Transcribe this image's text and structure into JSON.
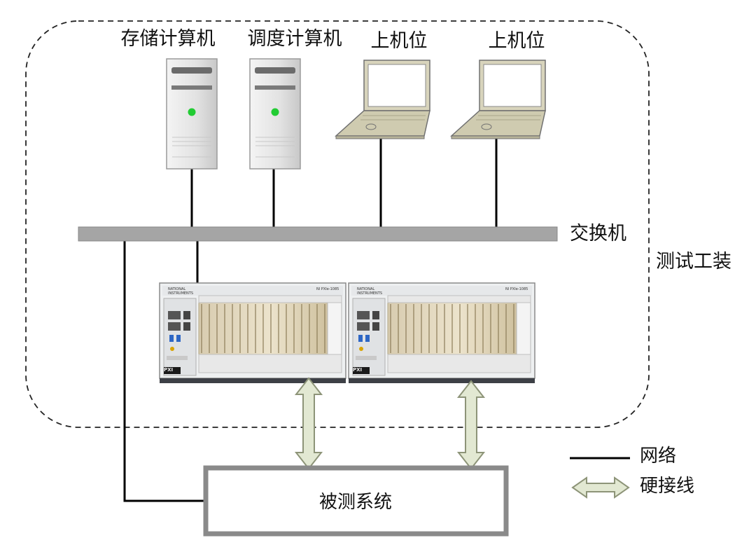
{
  "labels": {
    "storage_computer": "存储计算机",
    "scheduling_computer": "调度计算机",
    "host_1": "上机位",
    "host_2": "上机位",
    "switch": "交换机",
    "test_fixture": "测试工装",
    "system_under_test": "被测系统"
  },
  "legend": {
    "network": "网络",
    "hardwire": "硬接线"
  },
  "chassis_text": {
    "brand_line1": "NATIONAL",
    "brand_line2": "INSTRUMENTS",
    "model_1": "NI PXIe-1085",
    "model_2": "NI PXIe-1085",
    "pxi_mark": "PXI"
  },
  "colors": {
    "switch_bar": "#a5a5a5",
    "hardwire_fill": "#e2e8d2",
    "hardwire_stroke": "#8d9478",
    "sut_border": "#8a8a8a",
    "network_line": "#000000",
    "power_led": "#22cc33"
  }
}
